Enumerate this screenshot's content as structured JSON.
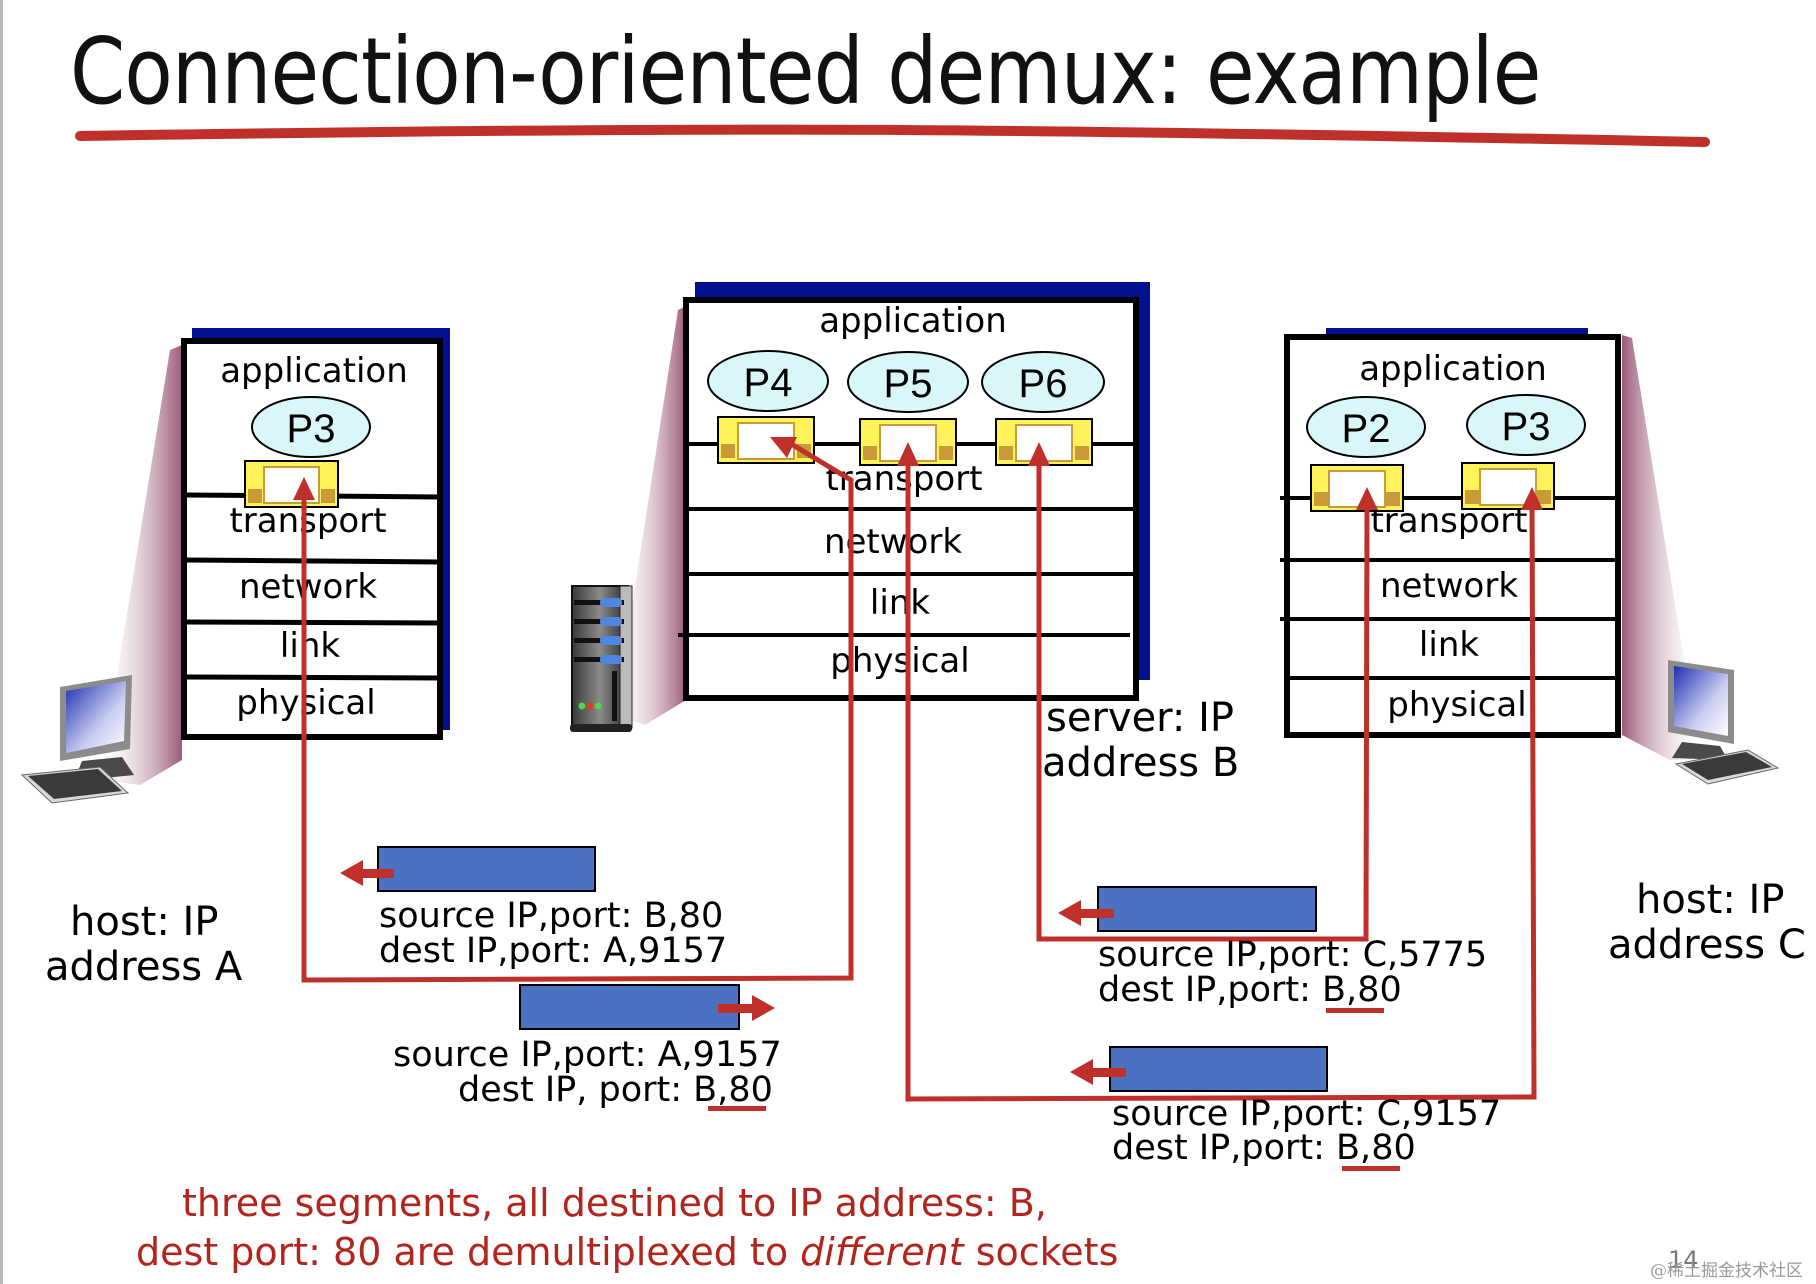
{
  "slide": {
    "title": "Connection-oriented demux: example",
    "page_number": "14",
    "watermark": "@稀土掘金技术社区",
    "colors": {
      "title_underline": "#c0302a",
      "arrow": "#c0302a",
      "segment_fill": "#4a72c0",
      "stack_shadow": "#00108f",
      "process_fill": "#d9f6f8",
      "socket_fill": "#fff25a",
      "socket_tab": "#c89a38",
      "cone": "#9c5a78",
      "note_text": "#b3241c"
    }
  },
  "stacks": {
    "host_a": {
      "layers": [
        "application",
        "transport",
        "network",
        "link",
        "physical"
      ],
      "processes": [
        "P3"
      ],
      "caption_line1": "host: IP",
      "caption_line2": "address A",
      "icon": "desktop-computer-icon"
    },
    "server_b": {
      "layers": [
        "application",
        "transport",
        "network",
        "link",
        "physical"
      ],
      "processes": [
        "P4",
        "P5",
        "P6"
      ],
      "caption_line1": "server: IP",
      "caption_line2": "address B",
      "icon": "server-tower-icon"
    },
    "host_c": {
      "layers": [
        "application",
        "transport",
        "network",
        "link",
        "physical"
      ],
      "processes": [
        "P2",
        "P3"
      ],
      "caption_line1": "host: IP",
      "caption_line2": "address C",
      "icon": "desktop-computer-icon"
    }
  },
  "segments": [
    {
      "direction": "left",
      "source_label": "source IP,port: B,80",
      "dest_label": "dest IP,port: A,9157"
    },
    {
      "direction": "right",
      "source_label": "source IP,port: A,9157",
      "dest_label_prefix": "dest IP, port: B,",
      "dest_label_port": "80"
    },
    {
      "direction": "left",
      "source_label": "source IP,port: C,5775",
      "dest_label_prefix": "dest IP,port: B,",
      "dest_label_port": "80"
    },
    {
      "direction": "left",
      "source_label": "source IP,port: C,9157",
      "dest_label_prefix": "dest IP,port: B,",
      "dest_label_port": "80"
    }
  ],
  "note": {
    "line1": "three segments, all destined to IP address: B,",
    "line2_prefix": "dest port: 80 are demultiplexed to ",
    "line2_emphasis": "different",
    "line2_suffix": " sockets"
  }
}
